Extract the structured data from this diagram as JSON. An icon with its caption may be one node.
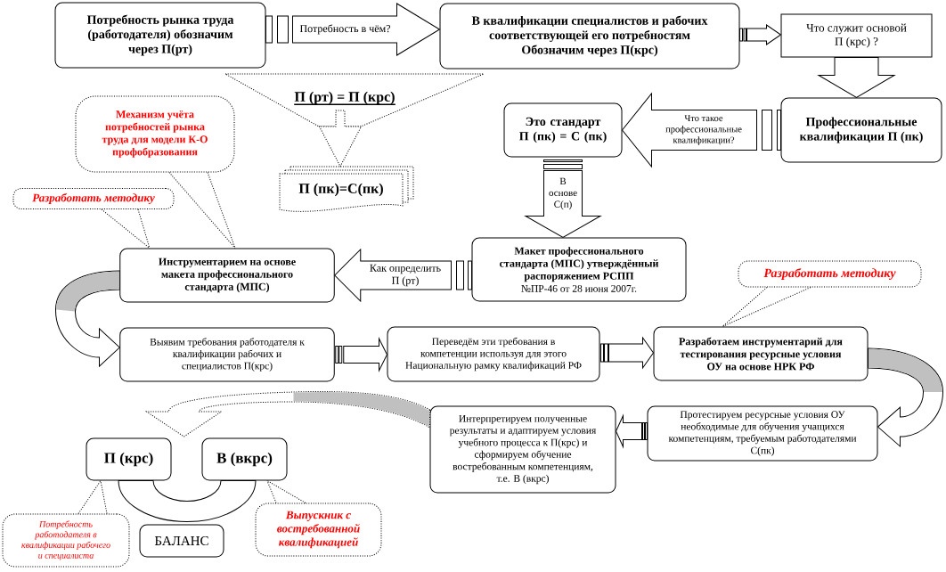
{
  "diagram": {
    "nodes": [
      {
        "text": [
          "Потребность рынка труда (работодателя) обозначим через П(рт)"
        ]
      },
      {
        "text": [
          "В квалификации специалистов и рабочих соответствующей его потребностям Обозначим через П(крс)"
        ]
      },
      {
        "text": [
          "Что служит основой П (крс) ?"
        ]
      },
      {
        "text": [
          "Профессиональные квалификации П (пк)"
        ]
      },
      {
        "text": [
          "Это стандарт П (пк) = С (пк)"
        ]
      },
      {
        "text": [
          "Механизм учёта потребностей рынка труда для модели К-О профобразования"
        ]
      },
      {
        "text": [
          "П (рт) = П (крс)"
        ]
      },
      {
        "text": [
          "П (пк)=С(пк)"
        ]
      },
      {
        "text": [
          "Разработать методику"
        ]
      },
      {
        "text": [
          "Инструментарием на основе макета профессионального стандарта (МПС)"
        ]
      },
      {
        "text": [
          "Макет профессионального стандарта (МПС) утверждённый распоряжением РСПП",
          "№ПР-46 от 28 июня 2007г."
        ]
      },
      {
        "text": [
          "Разработать методику"
        ]
      },
      {
        "text": [
          "Выявим требования работодателя к квалификации рабочих и специалистов П(крс)"
        ]
      },
      {
        "text": [
          "Переведём эти требования в компетенции используя для этого Национальную рамку квалификаций РФ"
        ]
      },
      {
        "text": [
          "Разработаем инструментарий для тестирования ресурсные условия ОУ на основе НРК РФ"
        ]
      },
      {
        "text": [
          "Протестируем ресурсные условия ОУ необходимые для обучения учащихся компетенциям, требуемым работодателями С(пк)"
        ]
      },
      {
        "text": [
          "Интерпретируем полученные результаты и адаптируем условия учебного процесса к П(крс) и сформируем обучение востребованным компетенциям, т.е. В (вкрс)"
        ]
      },
      {
        "text": [
          "П (крс)"
        ]
      },
      {
        "text": [
          "В (вкрс)"
        ]
      },
      {
        "text": [
          "БАЛАНС"
        ]
      },
      {
        "text": [
          "Потребность работодателя в квалификации рабочего и специалиста"
        ]
      },
      {
        "text": [
          "Выпускник с востребованной квалификацией"
        ]
      }
    ],
    "edges": [
      {
        "from": 0,
        "to": 1,
        "arrow": "to",
        "label": "Потребность в чём?"
      },
      {
        "from": 1,
        "to": 2,
        "arrow": "to"
      },
      {
        "from": 2,
        "to": 3,
        "arrow": "to"
      },
      {
        "from": 3,
        "to": 4,
        "arrow": "to",
        "label": "Что такое профессиональные квалификации?"
      },
      {
        "from": 4,
        "to": 10,
        "arrow": "to",
        "label": "В основе С(п)"
      },
      {
        "from": 10,
        "to": 9,
        "arrow": "to",
        "label": "Как определить П (рт)"
      },
      {
        "from": 6,
        "to": 7,
        "arrow": "to",
        "style": "dashed"
      },
      {
        "from": 5,
        "to": 9,
        "arrow": "none",
        "style": "dashed"
      },
      {
        "from": 8,
        "to": 9,
        "arrow": "none",
        "style": "dashed"
      },
      {
        "from": 9,
        "to": 12,
        "arrow": "to"
      },
      {
        "from": 12,
        "to": 13,
        "arrow": "to"
      },
      {
        "from": 13,
        "to": 14,
        "arrow": "to"
      },
      {
        "from": 11,
        "to": 14,
        "arrow": "none",
        "style": "dashed"
      },
      {
        "from": 14,
        "to": 15,
        "arrow": "to"
      },
      {
        "from": 15,
        "to": 16,
        "arrow": "to"
      },
      {
        "from": 16,
        "to": null,
        "arrow": "to",
        "style": "dashed"
      },
      {
        "from": 17,
        "to": 18,
        "arrow": "none"
      },
      {
        "from": 20,
        "to": 17,
        "arrow": "none",
        "style": "dashed"
      },
      {
        "from": 21,
        "to": 18,
        "arrow": "none",
        "style": "dashed"
      }
    ]
  }
}
